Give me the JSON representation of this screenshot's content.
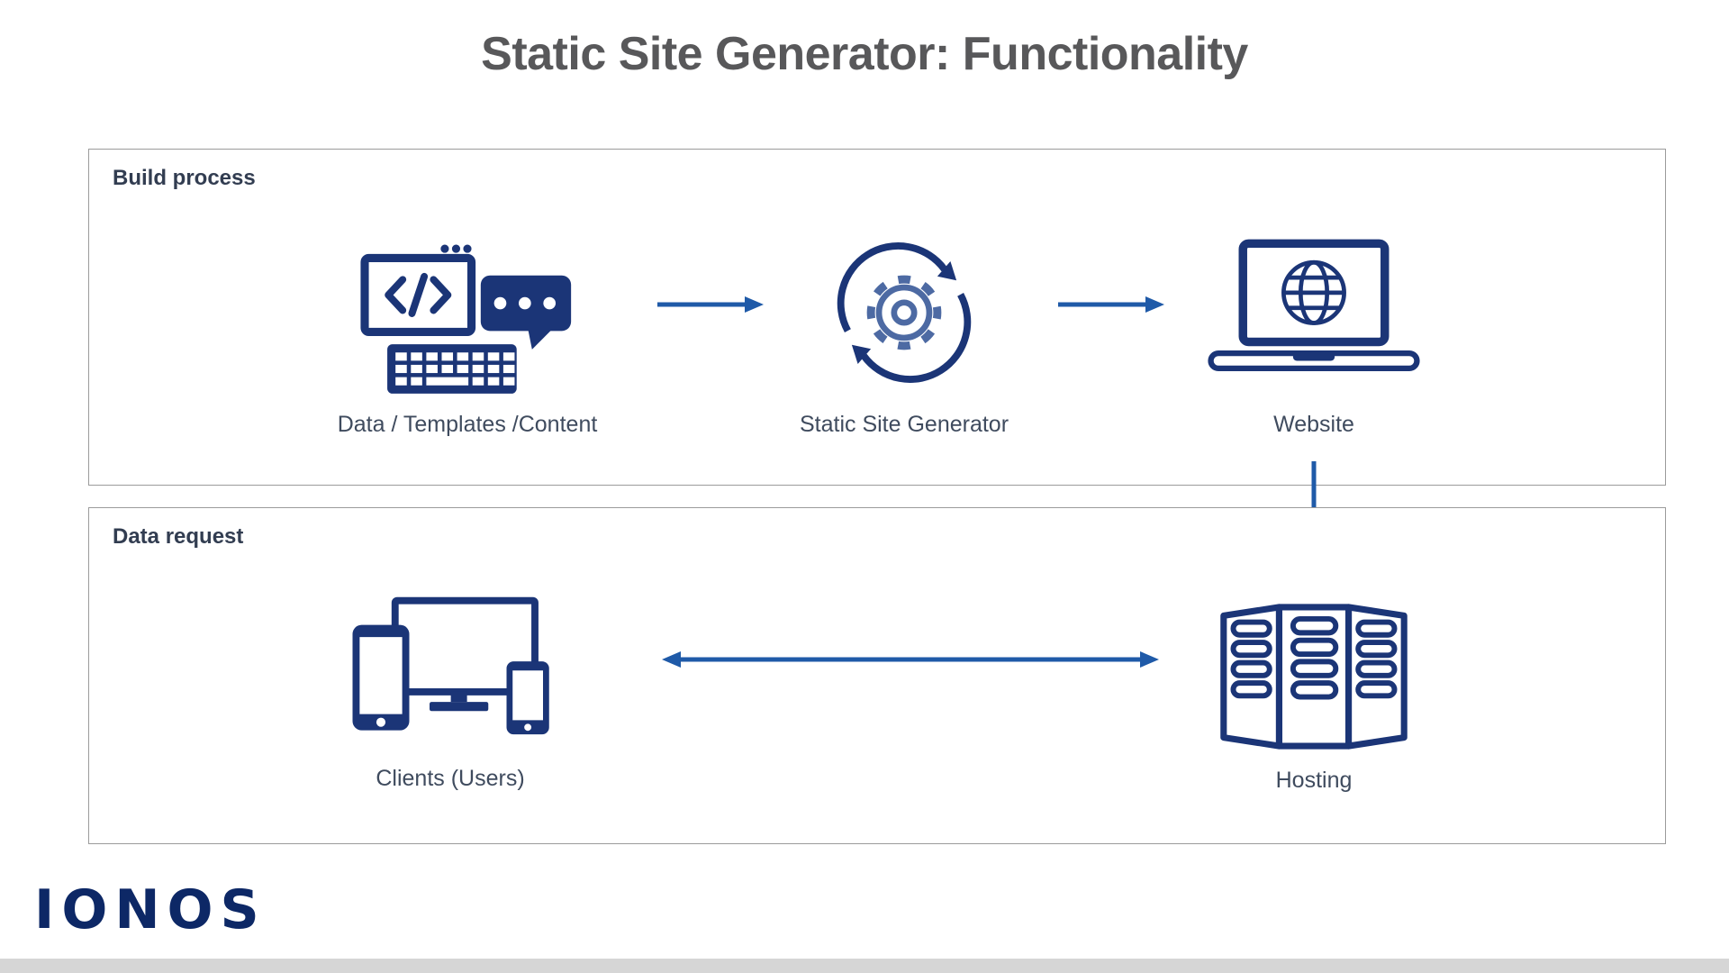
{
  "page": {
    "title": "Static Site Generator: Functionality"
  },
  "colors": {
    "background": "#ffffff",
    "panel_border": "#9b9b9b",
    "title_gray": "#58585a",
    "heading_navy": "#323d51",
    "label_slate": "#3f4b5e",
    "icon_navy": "#1b3577",
    "gear_blue": "#4d6aa3",
    "arrow_blue": "#1f5aa8",
    "logo_navy": "#0d2866",
    "bottom_strip": "#d6d6d6"
  },
  "panels": {
    "build": {
      "heading": "Build process",
      "nodes": [
        {
          "id": "content",
          "icon": "code-window-chat-keyboard-icon",
          "label": "Data / Templates /Content"
        },
        {
          "id": "generator",
          "icon": "gear-cycle-icon",
          "label": "Static Site Generator"
        },
        {
          "id": "website",
          "icon": "laptop-globe-icon",
          "label": "Website"
        }
      ]
    },
    "request": {
      "heading": "Data request",
      "nodes": [
        {
          "id": "clients",
          "icon": "multi-device-icon",
          "label": "Clients (Users)"
        },
        {
          "id": "hosting",
          "icon": "server-rack-icon",
          "label": "Hosting"
        }
      ]
    }
  },
  "logo": {
    "text": "IONOS"
  }
}
